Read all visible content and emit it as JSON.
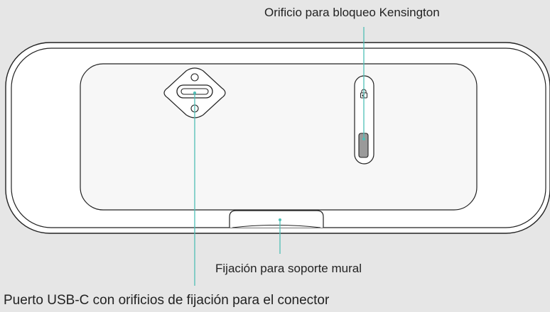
{
  "diagram": {
    "background_color": "#e6e6e6",
    "device_fill": "#ffffff",
    "outline_color": "#222222",
    "callout_color": "#4fbfb6",
    "labels": {
      "kensington": "Orificio para bloqueo Kensington",
      "wall_mount": "Fijación para soporte mural",
      "usb_c": "Puerto USB-C con orificios de fijación para el conector"
    },
    "icons": {
      "lock": "lock-icon"
    }
  }
}
